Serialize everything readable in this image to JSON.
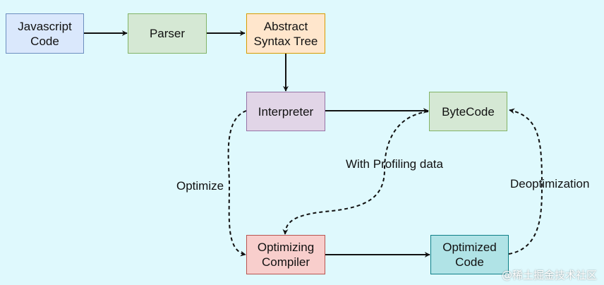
{
  "colors": {
    "background": "#dff9fd",
    "edge": "#111111",
    "blue_fill": "#dae8fc",
    "blue_stroke": "#6c8ebf",
    "green_fill": "#d5e8d4",
    "green_stroke": "#82b366",
    "orange_fill": "#ffe6cc",
    "orange_stroke": "#d79b00",
    "purple_fill": "#e1d5e7",
    "purple_stroke": "#9673a6",
    "red_fill": "#f8cecc",
    "red_stroke": "#b85450",
    "teal_fill": "#b0e3e6",
    "teal_stroke": "#0e8088"
  },
  "nodes": {
    "javascript_code": "Javascript\nCode",
    "parser": "Parser",
    "ast": "Abstract\nSyntax Tree",
    "interpreter": "Interpreter",
    "bytecode": "ByteCode",
    "optimizing_compiler": "Optimizing\nCompiler",
    "optimized_code": "Optimized\nCode"
  },
  "edge_labels": {
    "optimize": "Optimize",
    "profiling": "With Profiling data",
    "deoptimization": "Deoptimization"
  },
  "watermark": "@稀土掘金技术社区"
}
